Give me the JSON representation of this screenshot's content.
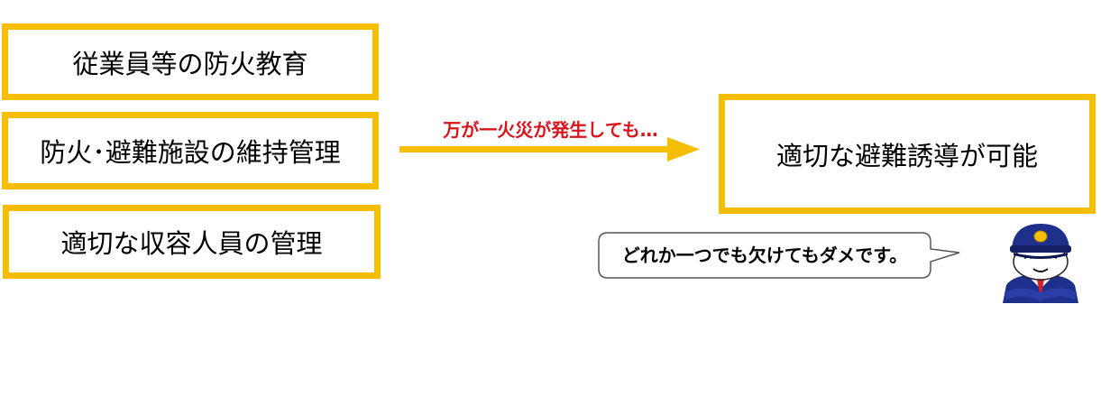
{
  "boxes": [
    {
      "label": "従業員等の防火教育"
    },
    {
      "label": "防火･避難施設の維持管理"
    },
    {
      "label": "適切な収容人員の管理"
    }
  ],
  "arrow_label": "万が一火災が発生しても…",
  "result_label": "適切な避難誘導が可能",
  "speech_bubble": "どれか一つでも欠けてもダメです。",
  "colors": {
    "box_border": "#f5be00",
    "arrow": "#f5be00",
    "arrow_label": "#d9141b",
    "text": "#000000"
  },
  "icons": {
    "character": "security-guard-icon"
  }
}
